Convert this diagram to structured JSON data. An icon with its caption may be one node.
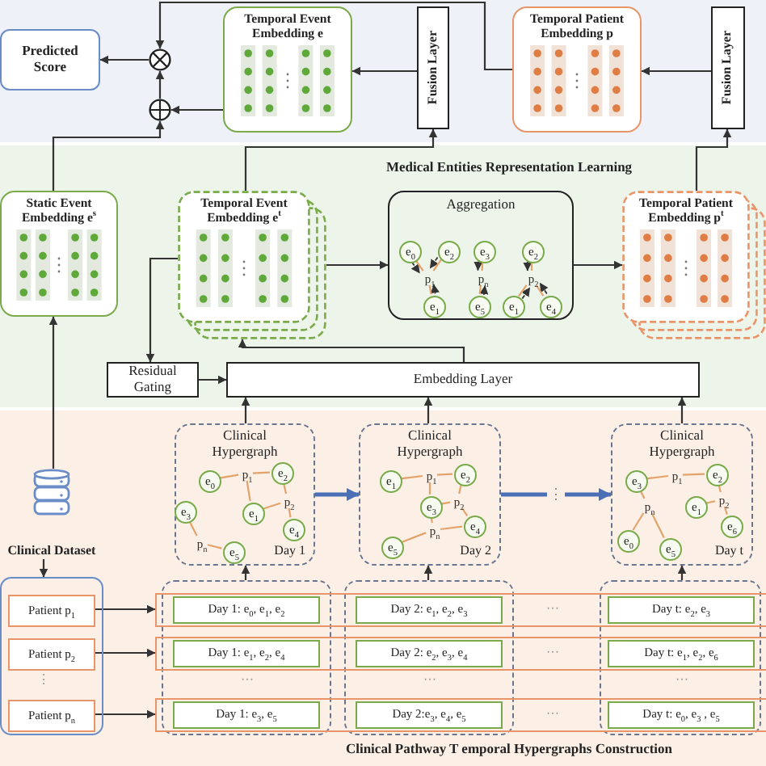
{
  "diagram": {
    "nodes": [
      {
        "text": [],
        "shape": "box"
      },
      {
        "text": [
          "Predicted Score"
        ],
        "in": 0
      },
      {
        "text": [],
        "shape": "circle",
        "in": 0
      },
      {
        "text": [
          "Temporal Event Embedding e"
        ],
        "in": 0
      },
      {
        "text": [
          "Fusion Layer"
        ],
        "in": 0
      },
      {
        "text": [],
        "shape": "circle",
        "in": 0
      },
      {
        "text": [
          "Temporal Patient Embedding p"
        ],
        "in": 0
      },
      {
        "text": [
          "Fusion Layer"
        ],
        "in": 0
      },
      {
        "text": [
          "Medical Entities Representation Learning"
        ]
      },
      {
        "text": [
          "Static Event Embedding e$^{s}$"
        ],
        "in": 8
      },
      {
        "text": [
          "Temporal Event Embedding e$^{t}$"
        ],
        "in": 8
      },
      {
        "text": [
          "Aggregation"
        ],
        "in": 8
      },
      {
        "text": [
          "e$_{0}$"
        ],
        "in": 11
      },
      {
        "text": [
          "e$_{2}$"
        ],
        "in": 11
      },
      {
        "text": [
          "e$_{1}$"
        ],
        "in": 11
      },
      {
        "text": [
          "e$_{3}$"
        ],
        "in": 11
      },
      {
        "text": [
          "e$_{5}$"
        ],
        "in": 11
      },
      {
        "text": [
          "e$_{2}$"
        ],
        "in": 11
      },
      {
        "text": [
          "e$_{1}$"
        ],
        "in": 11
      },
      {
        "text": [
          "e$_{4}$"
        ],
        "in": 11
      },
      {
        "text": [
          "Temporal Patient Embedding p$^{t}$"
        ],
        "in": 8
      },
      {
        "text": [
          "Residual Gating"
        ],
        "in": 8
      },
      {
        "text": [
          "Embedding Layer"
        ],
        "in": 8
      },
      {
        "text": [
          "Clinical Pathway T emporal Hypergraphs Construction"
        ]
      },
      {
        "text": [
          "Clinical Dataset"
        ],
        "in": 23
      },
      {
        "text": [
          "Clinical Hypergraph",
          "Day 1"
        ],
        "in": 23
      },
      {
        "text": [
          "e$_{0}$"
        ],
        "in": 25
      },
      {
        "text": [
          "e$_{2}$"
        ],
        "in": 25
      },
      {
        "text": [
          "e$_{1}$"
        ],
        "in": 25
      },
      {
        "text": [
          "e$_{4}$"
        ],
        "in": 25
      },
      {
        "text": [
          "e$_{3}$"
        ],
        "in": 25
      },
      {
        "text": [
          "e$_{5}$"
        ],
        "in": 25
      },
      {
        "text": [
          "Clinical Hypergraph",
          "Day 2"
        ],
        "in": 23
      },
      {
        "text": [
          "e$_{1}$"
        ],
        "in": 32
      },
      {
        "text": [
          "e$_{2}$"
        ],
        "in": 32
      },
      {
        "text": [
          "e$_{3}$"
        ],
        "in": 32
      },
      {
        "text": [
          "e$_{4}$"
        ],
        "in": 32
      },
      {
        "text": [
          "e$_{5}$"
        ],
        "in": 32
      },
      {
        "text": [
          "Clinical Hypergraph",
          "Day t"
        ],
        "in": 23
      },
      {
        "text": [
          "e$_{3}$"
        ],
        "in": 38
      },
      {
        "text": [
          "e$_{2}$"
        ],
        "in": 38
      },
      {
        "text": [
          "e$_{1}$"
        ],
        "in": 38
      },
      {
        "text": [
          "e$_{6}$"
        ],
        "in": 38
      },
      {
        "text": [
          "e$_{0}$"
        ],
        "in": 38
      },
      {
        "text": [
          "e$_{5}$"
        ],
        "in": 38
      },
      {
        "text": [],
        "shape": "box",
        "in": 23
      },
      {
        "text": [
          "Patient p$_{1}$"
        ],
        "in": 45
      },
      {
        "text": [
          "Patient p$_{2}$"
        ],
        "in": 45
      },
      {
        "text": [
          "Patient p$_{n}$"
        ],
        "in": 45
      },
      {
        "text": [],
        "shape": "box",
        "in": 23
      },
      {
        "text": [],
        "shape": "box",
        "in": 23
      },
      {
        "text": [],
        "shape": "box",
        "in": 23
      },
      {
        "text": [],
        "shape": "box",
        "in": 23
      },
      {
        "text": [],
        "shape": "box",
        "in": 23
      },
      {
        "text": [],
        "shape": "box",
        "in": 23
      },
      {
        "text": [
          "Day 1: e$_{0}$, e$_{1}$, e$_{2}$"
        ]
      },
      {
        "text": [
          "Day 2: e$_{1}$, e$_{2}$, e$_{3}$"
        ]
      },
      {
        "text": [
          "Day t: e$_{2}$, e$_{3}$"
        ]
      },
      {
        "text": [
          "Day 1: e$_{1}$, e$_{2}$, e$_{4}$"
        ]
      },
      {
        "text": [
          "Day 2: e$_{2}$, e$_{3}$, e$_{4}$"
        ]
      },
      {
        "text": [
          "Day t: e$_{1}$, e$_{2}$, e$_{6}$"
        ]
      },
      {
        "text": [
          "Day 1: e$_{3}$, e$_{5}$"
        ]
      },
      {
        "text": [
          "Day 2:e$_{3}$, e$_{4}$, e$_{5}$"
        ]
      },
      {
        "text": [
          "Day t: e$_{0}$, e$_{3}$ , e$_{5}$"
        ]
      },
      {
        "text": [
          "p$_{1}$"
        ],
        "in": 11
      },
      {
        "text": [
          "p$_{n}$"
        ],
        "in": 11
      },
      {
        "text": [
          "p$_{2}$"
        ],
        "in": 11
      },
      {
        "text": [
          "p$_{1}$"
        ],
        "in": 25
      },
      {
        "text": [
          "p$_{2}$"
        ],
        "in": 25
      },
      {
        "text": [
          "p$_{n}$"
        ],
        "in": 25
      },
      {
        "text": [
          "p$_{1}$"
        ],
        "in": 32
      },
      {
        "text": [
          "p$_{2}$"
        ],
        "in": 32
      },
      {
        "text": [
          "p$_{n}$"
        ],
        "in": 32
      },
      {
        "text": [
          "p$_{1}$"
        ],
        "in": 38
      },
      {
        "text": [
          "p$_{2}$"
        ],
        "in": 38
      },
      {
        "text": [
          "p$_{n}$"
        ],
        "in": 38
      }
    ],
    "edges": [
      {
        "from": 6,
        "to": 2,
        "arrow": "to"
      },
      {
        "from": 2,
        "to": 1,
        "arrow": "to"
      },
      {
        "from": 5,
        "to": 2,
        "arrow": "to"
      },
      {
        "from": 3,
        "to": 5,
        "arrow": "to"
      },
      {
        "from": 4,
        "to": 3,
        "arrow": "to"
      },
      {
        "from": 7,
        "to": 6,
        "arrow": "to"
      },
      {
        "from": 9,
        "to": 5,
        "arrow": "to"
      },
      {
        "from": 10,
        "to": 4,
        "arrow": "to"
      },
      {
        "from": 20,
        "to": 7,
        "arrow": "to"
      },
      {
        "from": 10,
        "to": 21,
        "arrow": "to"
      },
      {
        "from": 21,
        "to": 22,
        "arrow": "to"
      },
      {
        "from": 22,
        "to": 10,
        "arrow": "to"
      },
      {
        "from": 10,
        "to": 11,
        "arrow": "to"
      },
      {
        "from": 11,
        "to": 20,
        "arrow": "to"
      },
      {
        "from": 24,
        "to": 9,
        "arrow": "to"
      },
      {
        "from": 25,
        "to": 22,
        "arrow": "to"
      },
      {
        "from": 32,
        "to": 22,
        "arrow": "to"
      },
      {
        "from": 38,
        "to": 22,
        "arrow": "to"
      },
      {
        "from": 25,
        "to": 32,
        "arrow": "to",
        "style": "thick",
        "color": "#4a6fb5"
      },
      {
        "from": 32,
        "to": 38,
        "arrow": "to",
        "label": "⋮",
        "style": "thick",
        "color": "#4a6fb5"
      },
      {
        "from": 24,
        "to": 45,
        "arrow": "to"
      },
      {
        "from": 46,
        "to": 52,
        "arrow": "to"
      },
      {
        "from": 47,
        "to": 53,
        "arrow": "to"
      },
      {
        "from": 48,
        "to": 54,
        "arrow": "to"
      },
      {
        "from": 49,
        "to": 25,
        "arrow": "to"
      },
      {
        "from": 50,
        "to": 32,
        "arrow": "to"
      },
      {
        "from": 51,
        "to": 38,
        "arrow": "to"
      },
      {
        "from": 12,
        "to": 64,
        "arrow": "to",
        "style": "dashed"
      },
      {
        "from": 13,
        "to": 64,
        "arrow": "to",
        "style": "dashed"
      },
      {
        "from": 14,
        "to": 64,
        "arrow": "to",
        "style": "dashed"
      },
      {
        "from": 15,
        "to": 65,
        "arrow": "to",
        "style": "dashed"
      },
      {
        "from": 16,
        "to": 65,
        "arrow": "to",
        "style": "dashed"
      },
      {
        "from": 17,
        "to": 66,
        "arrow": "to",
        "style": "dashed"
      },
      {
        "from": 18,
        "to": 66,
        "arrow": "to",
        "style": "dashed"
      },
      {
        "from": 19,
        "to": 66,
        "arrow": "to",
        "style": "dashed"
      },
      {
        "from": 12,
        "to": 64,
        "arrow": "none",
        "color": "#e3a36b"
      },
      {
        "from": 13,
        "to": 64,
        "arrow": "none",
        "color": "#e3a36b"
      },
      {
        "from": 14,
        "to": 64,
        "arrow": "none",
        "color": "#e3a36b"
      },
      {
        "from": 15,
        "to": 65,
        "arrow": "none",
        "color": "#e3a36b"
      },
      {
        "from": 16,
        "to": 65,
        "arrow": "none",
        "color": "#e3a36b"
      },
      {
        "from": 17,
        "to": 66,
        "arrow": "none",
        "color": "#e3a36b"
      },
      {
        "from": 18,
        "to": 66,
        "arrow": "none",
        "color": "#e3a36b"
      },
      {
        "from": 19,
        "to": 66,
        "arrow": "none",
        "color": "#e3a36b"
      },
      {
        "from": 26,
        "to": 67,
        "arrow": "none",
        "color": "#e3a36b"
      },
      {
        "from": 27,
        "to": 67,
        "arrow": "none",
        "color": "#e3a36b"
      },
      {
        "from": 28,
        "to": 67,
        "arrow": "none",
        "color": "#e3a36b"
      },
      {
        "from": 27,
        "to": 68,
        "arrow": "none",
        "color": "#e3a36b"
      },
      {
        "from": 28,
        "to": 68,
        "arrow": "none",
        "color": "#e3a36b"
      },
      {
        "from": 29,
        "to": 68,
        "arrow": "none",
        "color": "#e3a36b"
      },
      {
        "from": 30,
        "to": 69,
        "arrow": "none",
        "color": "#e3a36b"
      },
      {
        "from": 31,
        "to": 69,
        "arrow": "none",
        "color": "#e3a36b"
      },
      {
        "from": 33,
        "to": 70,
        "arrow": "none",
        "color": "#e3a36b"
      },
      {
        "from": 34,
        "to": 70,
        "arrow": "none",
        "color": "#e3a36b"
      },
      {
        "from": 35,
        "to": 70,
        "arrow": "none",
        "color": "#e3a36b"
      },
      {
        "from": 34,
        "to": 71,
        "arrow": "none",
        "color": "#e3a36b"
      },
      {
        "from": 35,
        "to": 71,
        "arrow": "none",
        "color": "#e3a36b"
      },
      {
        "from": 36,
        "to": 71,
        "arrow": "none",
        "color": "#e3a36b"
      },
      {
        "from": 35,
        "to": 72,
        "arrow": "none",
        "color": "#e3a36b"
      },
      {
        "from": 36,
        "to": 72,
        "arrow": "none",
        "color": "#e3a36b"
      },
      {
        "from": 37,
        "to": 72,
        "arrow": "none",
        "color": "#e3a36b"
      },
      {
        "from": 39,
        "to": 73,
        "arrow": "none",
        "color": "#e3a36b"
      },
      {
        "from": 40,
        "to": 73,
        "arrow": "none",
        "color": "#e3a36b"
      },
      {
        "from": 40,
        "to": 74,
        "arrow": "none",
        "color": "#e3a36b"
      },
      {
        "from": 41,
        "to": 74,
        "arrow": "none",
        "color": "#e3a36b"
      },
      {
        "from": 42,
        "to": 74,
        "arrow": "none",
        "color": "#e3a36b"
      },
      {
        "from": 39,
        "to": 75,
        "arrow": "none",
        "color": "#e3a36b"
      },
      {
        "from": 43,
        "to": 75,
        "arrow": "none",
        "color": "#e3a36b"
      },
      {
        "from": 44,
        "to": 75,
        "arrow": "none",
        "color": "#e3a36b"
      }
    ],
    "labels": [
      "···",
      "···",
      "⋮",
      "···",
      "···",
      "···",
      "···"
    ]
  }
}
